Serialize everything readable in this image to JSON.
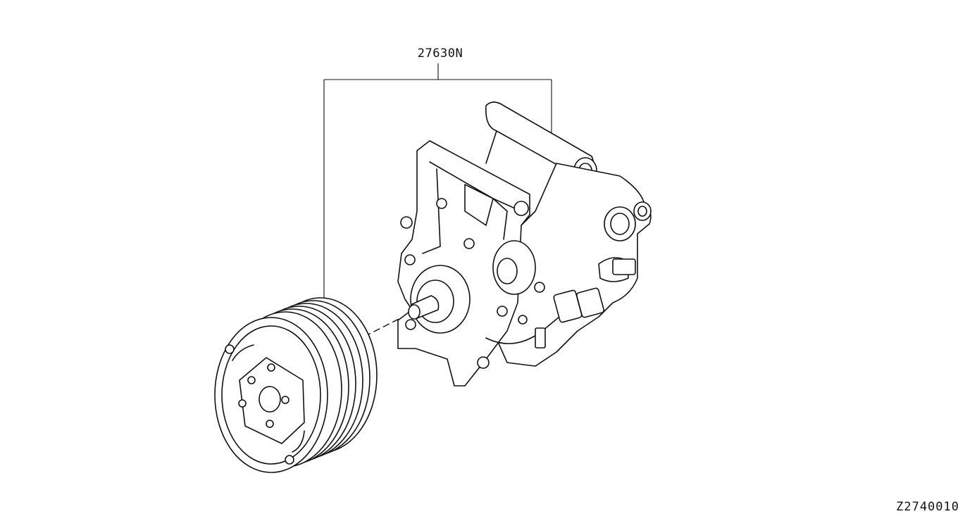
{
  "diagram": {
    "callouts": [
      {
        "id": "compressor-assembly",
        "label": "27630N"
      }
    ],
    "figure_code": "Z2740010"
  },
  "parts": {
    "compressor": "compressor-body-drawing",
    "pulley": "clutch-pulley-drawing"
  }
}
